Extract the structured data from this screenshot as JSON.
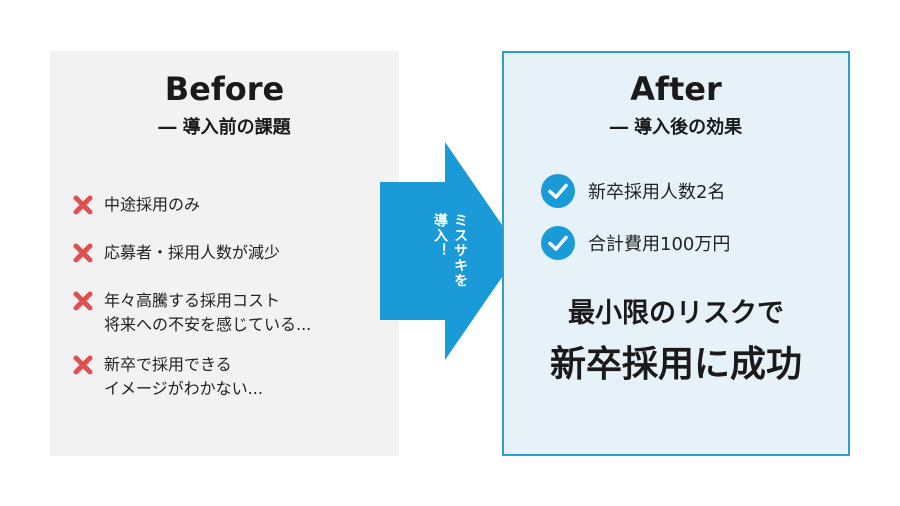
{
  "before": {
    "title": "Before",
    "subtitle": "― 導入前の課題",
    "items": [
      {
        "text": "中途採用のみ"
      },
      {
        "text": "応募者・採用人数が減少"
      },
      {
        "text": "年々高騰する採用コスト\n将来への不安を感じている..."
      },
      {
        "text": "新卒で採用できる\nイメージがわかない..."
      }
    ],
    "icon": "x-mark-icon",
    "icon_color": "#e05050"
  },
  "arrow": {
    "label": "ミスサキを\n導入！",
    "color": "#1a9ad7"
  },
  "after": {
    "title": "After",
    "subtitle": "― 導入後の効果",
    "benefits": [
      {
        "text": "新卒採用人数2名"
      },
      {
        "text": "合計費用100万円"
      }
    ],
    "icon": "check-circle-icon",
    "icon_color": "#1a9ad7",
    "result_line1": "最小限のリスクで",
    "result_line2": "新卒採用に成功",
    "border_color": "#2a9fd6",
    "background_color": "#e6f2f8"
  }
}
